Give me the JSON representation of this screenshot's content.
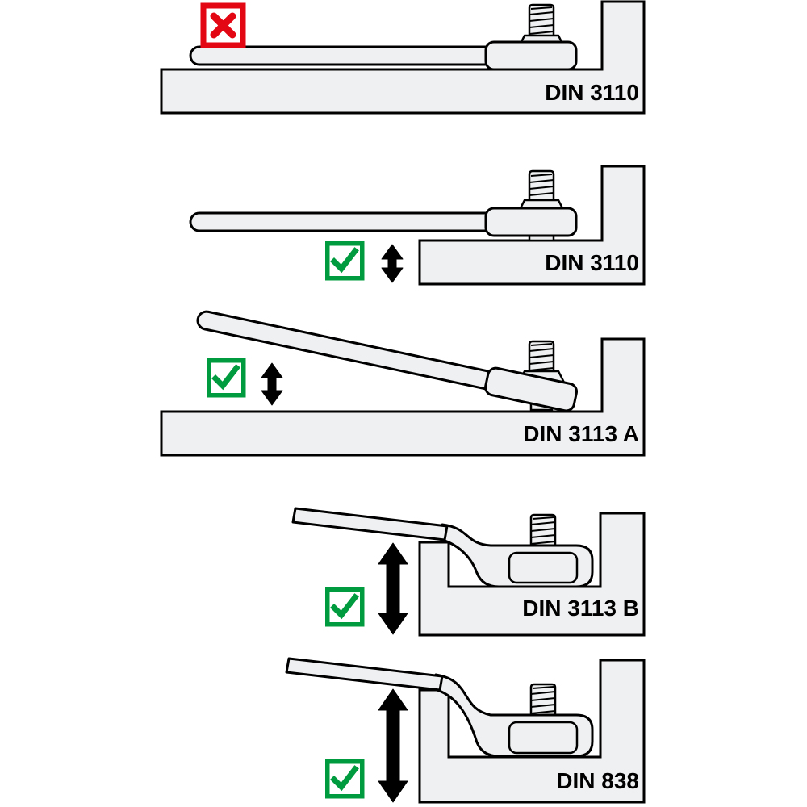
{
  "diagram": {
    "subject": "wrench-clearance-din-standards",
    "background": "#ffffff"
  },
  "colors": {
    "wrong_red": "#e30613",
    "correct_green": "#009b3e",
    "metal_fill": "#eff0f1",
    "outline": "#000000",
    "arrow_black": "#000000"
  },
  "panels": [
    {
      "standard_label": "DIN 3110",
      "verdict": "wrong",
      "verdict_icon": "cross-icon",
      "clearance_arrow": "none",
      "wrench": "flat open-end wrench resting on surface, no clearance"
    },
    {
      "standard_label": "DIN 3110",
      "verdict": "correct",
      "verdict_icon": "check-icon",
      "clearance_arrow": "small",
      "wrench": "flat open-end wrench with clearance above surface"
    },
    {
      "standard_label": "DIN 3113 A",
      "verdict": "correct",
      "verdict_icon": "check-icon",
      "clearance_arrow": "small",
      "wrench": "angled open-end / ring wrench tilted for clearance"
    },
    {
      "standard_label": "DIN 3113 B",
      "verdict": "correct",
      "verdict_icon": "check-icon",
      "clearance_arrow": "large",
      "wrench": "offset ring wrench reaching nut in recess"
    },
    {
      "standard_label": "DIN 838",
      "verdict": "correct",
      "verdict_icon": "check-icon",
      "clearance_arrow": "large",
      "wrench": "deep-offset ring wrench reaching nut in deep recess"
    }
  ]
}
